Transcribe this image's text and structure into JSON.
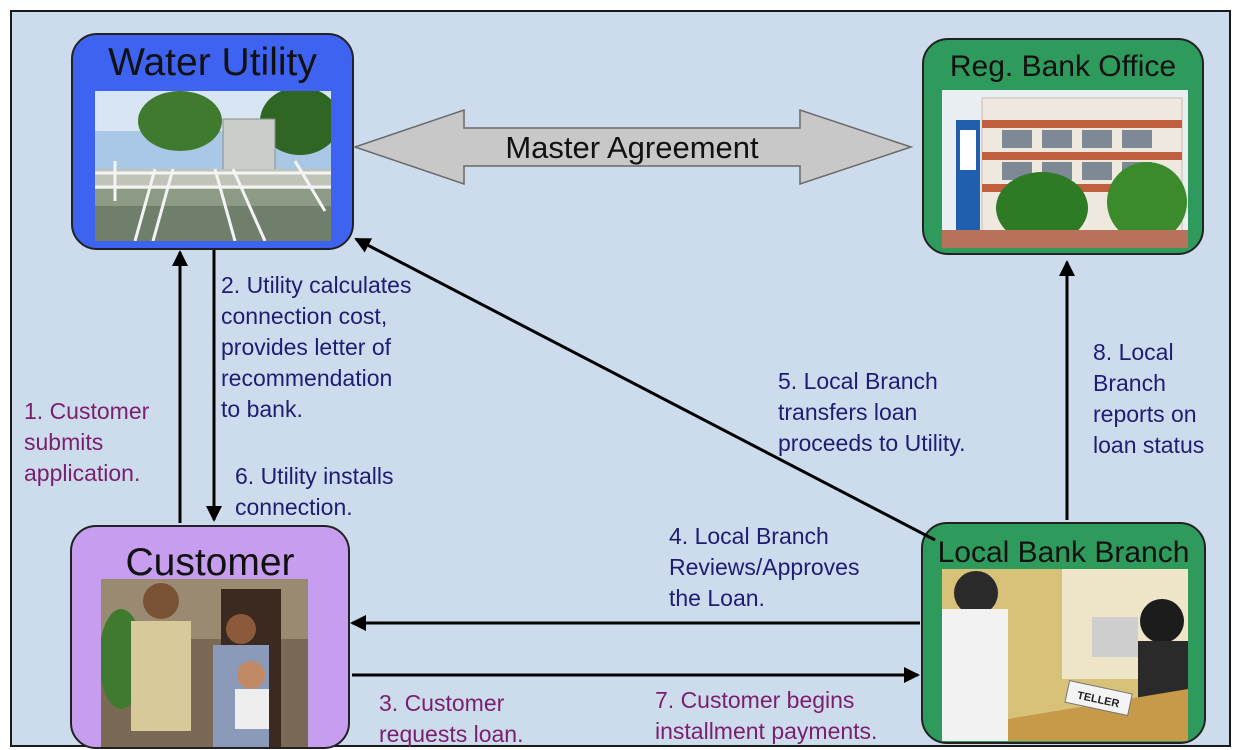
{
  "nodes": {
    "water_utility": {
      "title": "Water Utility",
      "color": "#3d63f0"
    },
    "reg_bank_office": {
      "title": "Reg. Bank Office",
      "color": "#2e9a5c"
    },
    "customer": {
      "title": "Customer",
      "color": "#c79df0"
    },
    "local_bank_branch": {
      "title": "Local Bank Branch",
      "color": "#2e9a5c"
    }
  },
  "master_agreement": {
    "label": "Master Agreement"
  },
  "steps": {
    "s1": "1. Customer\nsubmits\napplication.",
    "s2": "2. Utility calculates\nconnection cost,\nprovides letter of\nrecommendation\nto bank.",
    "s3": "3. Customer\nrequests loan.",
    "s4": "4. Local Branch\nReviews/Approves\nthe Loan.",
    "s5": "5. Local Branch\ntransfers loan\nproceeds to Utility.",
    "s6": "6. Utility installs\nconnection.",
    "s7": "7. Customer begins\ninstallment payments.",
    "s8": "8. Local\nBranch\nreports on\nloan status"
  },
  "photo_text": {
    "teller_sign": "TELLER"
  },
  "colors": {
    "background": "#cddcec",
    "step_text": "#1c1e73",
    "customer_text": "#7a1f6c",
    "arrow_fill": "#c8c8c8"
  }
}
